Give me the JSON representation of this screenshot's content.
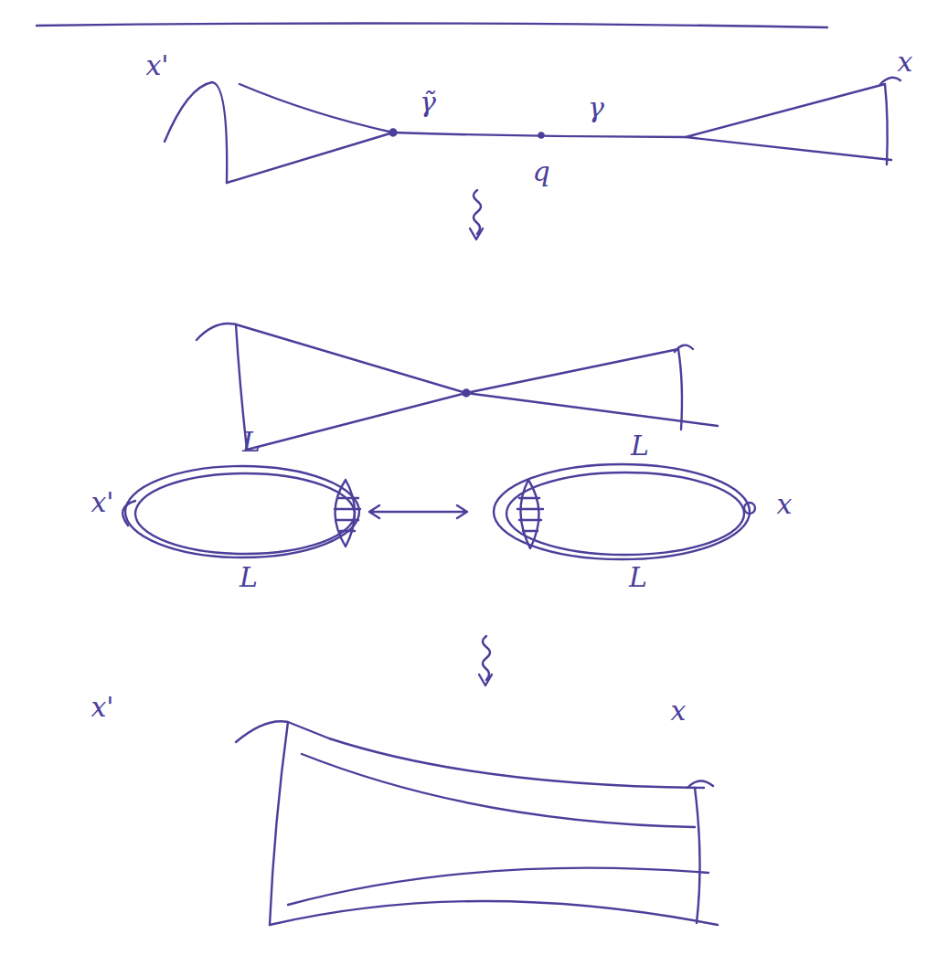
{
  "diagram": {
    "labels": [
      "x'",
      "γ̃",
      "q",
      "γ",
      "x",
      "L",
      "L",
      "x'",
      "L",
      "L",
      "x",
      "x'",
      "x"
    ]
  }
}
